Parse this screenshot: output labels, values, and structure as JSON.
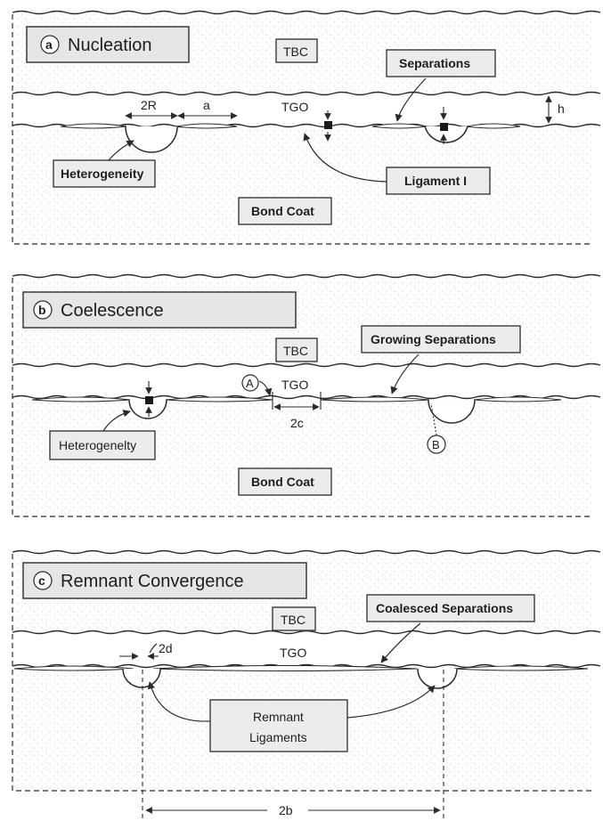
{
  "panels": {
    "a": {
      "letter": "a",
      "title": "Nucleation",
      "tbc": "TBC",
      "tgo": "TGO",
      "bond_coat": "Bond Coat",
      "separations": "Separations",
      "heterogeneity": "Heterogeneity",
      "ligament": "Ligament I",
      "dim_2R": "2R",
      "dim_a": "a",
      "dim_h": "h"
    },
    "b": {
      "letter": "b",
      "title": "Coelescence",
      "tbc": "TBC",
      "tgo": "TGO",
      "bond_coat": "Bond Coat",
      "growing_separations": "Growing Separations",
      "heterogeneity": "Heterogenelty",
      "dim_2c": "2c",
      "marker_A": "A",
      "marker_B": "B"
    },
    "c": {
      "letter": "c",
      "title": "Remnant Convergence",
      "tbc": "TBC",
      "tgo": "TGO",
      "coalesced_separations": "Coalesced Separations",
      "remnant_line1": "Remnant",
      "remnant_line2": "Ligaments",
      "dim_2d": "2d",
      "dim_2b": "2b"
    }
  },
  "colors": {
    "ink": "#2a2a2a",
    "box_fill": "#ececec",
    "speckle": "#d8d8d8"
  }
}
